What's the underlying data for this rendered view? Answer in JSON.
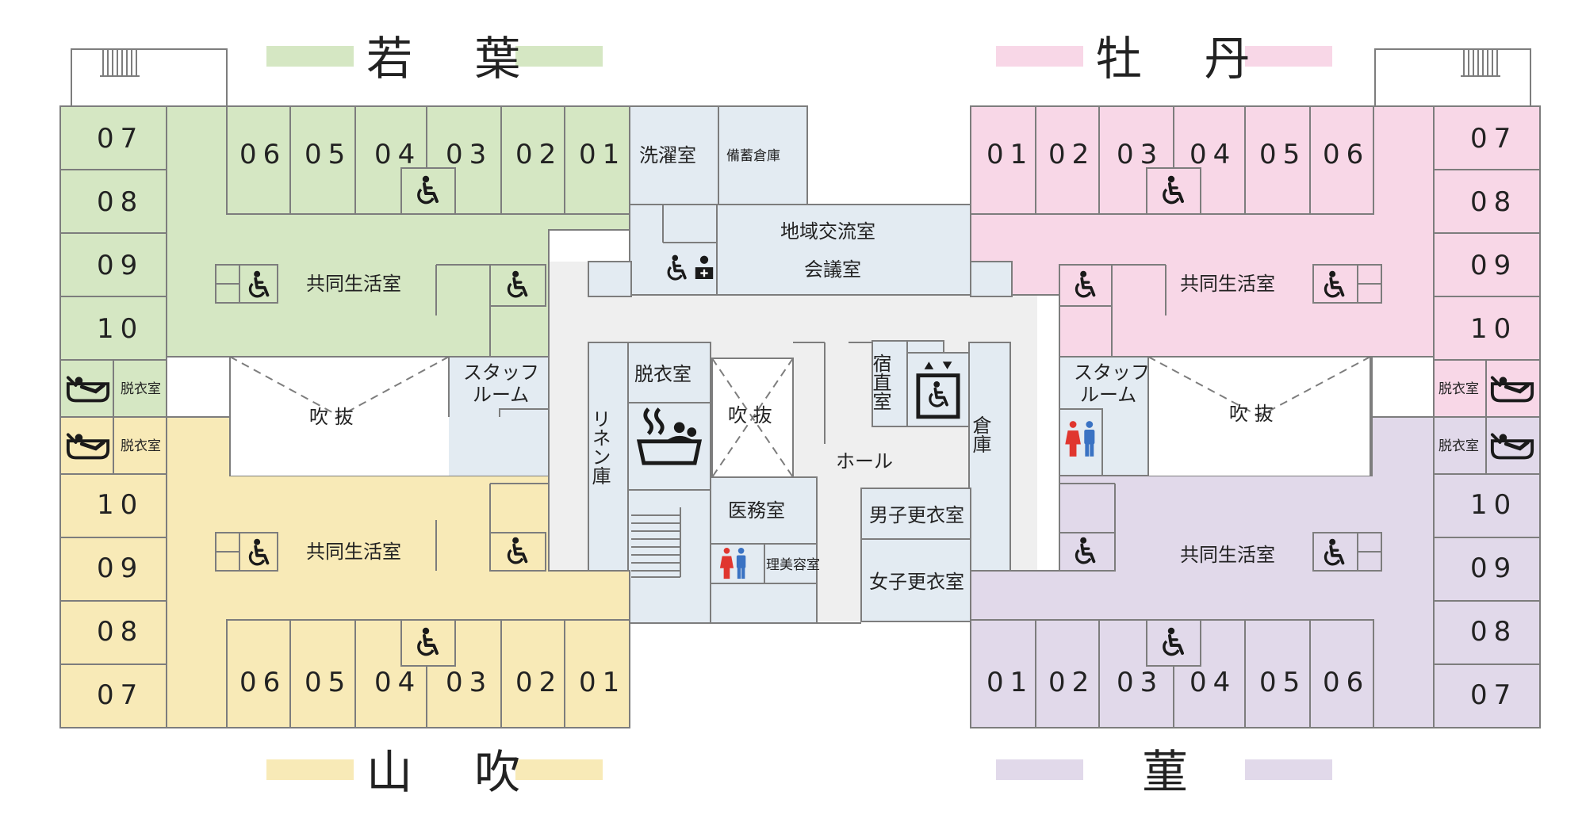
{
  "units": {
    "wakaba": {
      "title": "若 葉",
      "color": "#d5e7c3"
    },
    "yamabuki": {
      "title": "山 吹",
      "color": "#f8eab7"
    },
    "botan": {
      "title": "牡 丹",
      "color": "#f8d7e7"
    },
    "sumire": {
      "title": "菫",
      "color": "#e1d9ea"
    }
  },
  "rooms": {
    "row_top": [
      "06",
      "05",
      "04",
      "03",
      "02",
      "01"
    ],
    "row_top_right": [
      "01",
      "02",
      "03",
      "04",
      "05",
      "06"
    ],
    "col_upper": [
      "07",
      "08",
      "09",
      "10"
    ],
    "col_lower": [
      "10",
      "09",
      "08",
      "07"
    ]
  },
  "labels": {
    "common_room": "共同生活室",
    "staff_room_1": "スタッフ",
    "staff_room_2": "ルーム",
    "atrium": "吹 抜",
    "dressing": "脱衣室",
    "laundry": "洗濯室",
    "storage_reserve": "備蓄倉庫",
    "community_room": "地域交流室",
    "meeting_room": "会議室",
    "linen_room": "リネン庫",
    "dressing_center": "脱衣室",
    "night_duty": "宿直室",
    "hall": "ホール",
    "warehouse": "倉庫",
    "medical_office": "医務室",
    "mens_locker": "男子更衣室",
    "womens_locker": "女子更衣室",
    "barber": "理美容室"
  },
  "colors": {
    "public_area": "#e3ebf2",
    "corridor": "#efefef",
    "wall": "#7d7d7d",
    "toilet_female": "#e0362f",
    "toilet_male": "#3a72c3"
  },
  "icons": [
    "wheelchair-icon",
    "elevator-icon",
    "bath-icon",
    "tub-icon",
    "toilet-icon",
    "nurse-icon",
    "stairs-icon"
  ]
}
